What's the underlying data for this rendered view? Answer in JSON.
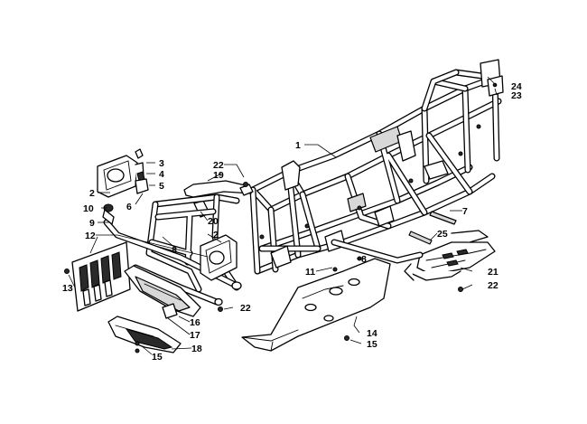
{
  "callouts": {
    "c1": "1",
    "c2a": "2",
    "c2b": "2",
    "c3": "3",
    "c4": "4",
    "c5": "5",
    "c6": "6",
    "c7": "7",
    "c8a": "8",
    "c8b": "8",
    "c9": "9",
    "c10": "10",
    "c11": "11",
    "c12": "12",
    "c13": "13",
    "c14": "14",
    "c15a": "15",
    "c15b": "15",
    "c16": "16",
    "c17": "17",
    "c18": "18",
    "c19": "19",
    "c20": "20",
    "c21": "21",
    "c22a": "22",
    "c22b": "22",
    "c22c": "22",
    "c23": "23",
    "c24": "24",
    "c25": "25"
  }
}
